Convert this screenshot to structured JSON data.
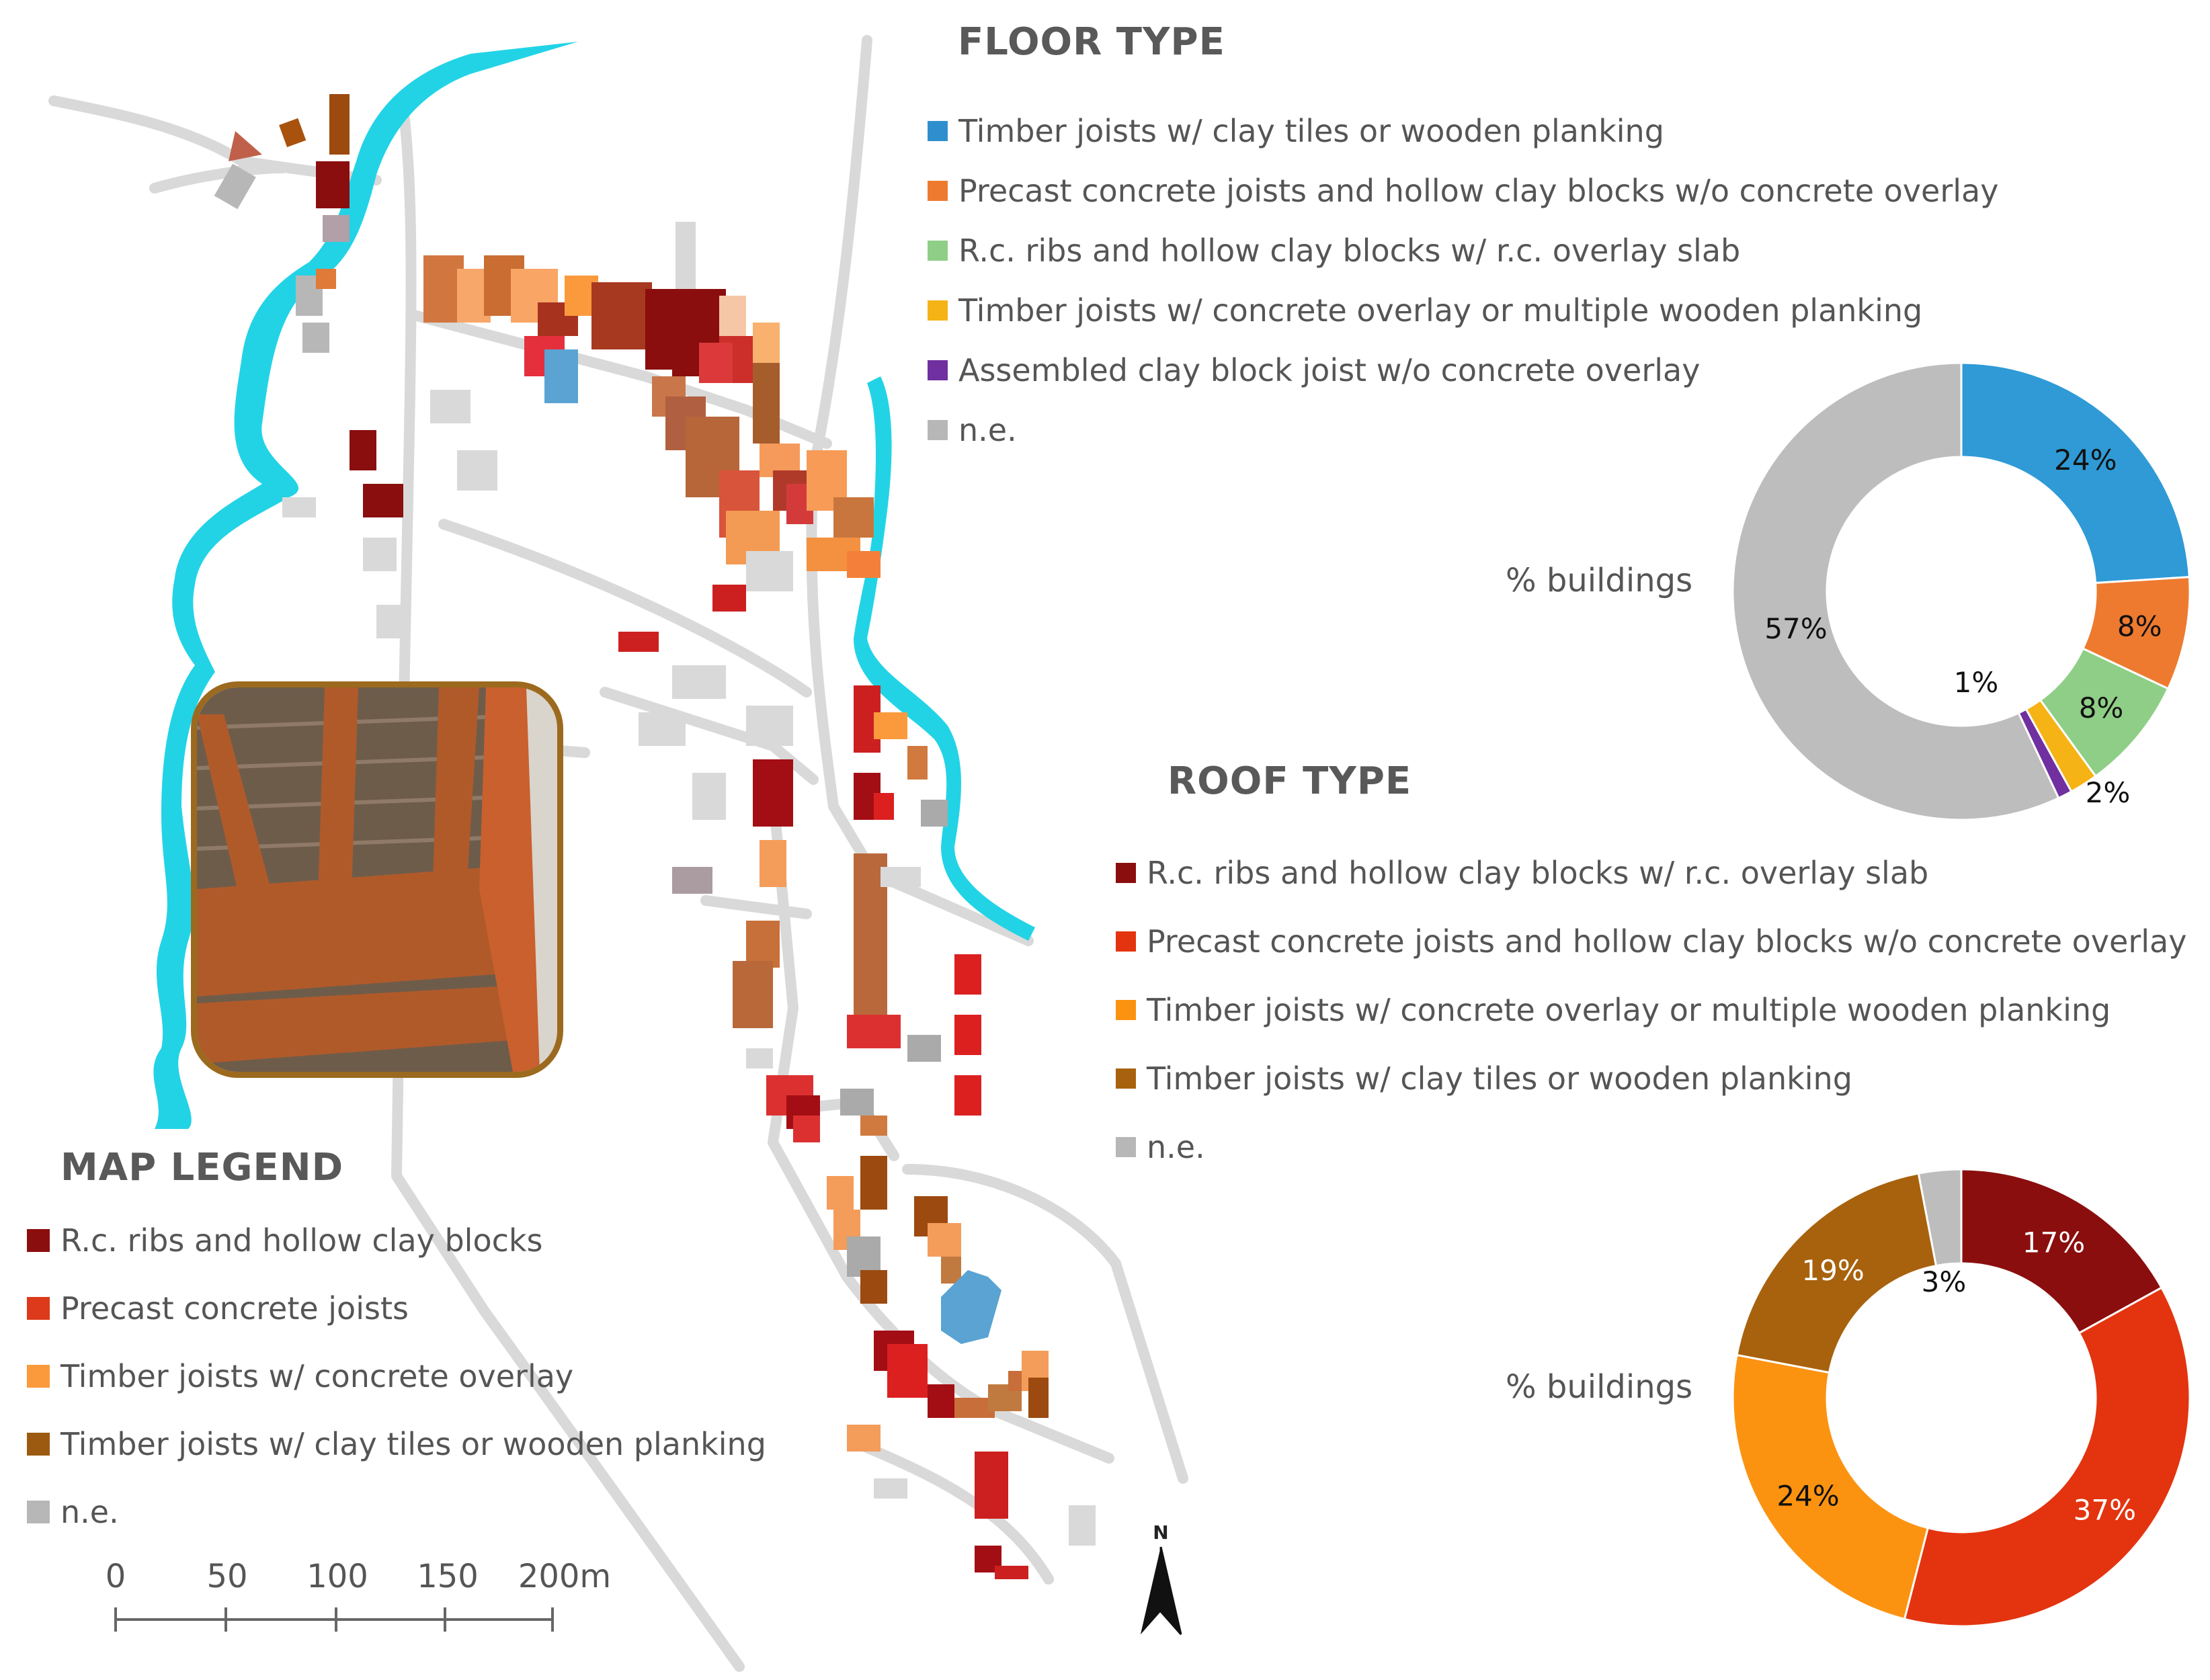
{
  "floor": {
    "title": "FLOOR TYPE",
    "legend": [
      {
        "label": "Timber joists w/ clay tiles or wooden planking",
        "color": "#2f8fce"
      },
      {
        "label": "Precast concrete joists and hollow clay blocks w/o concrete overlay",
        "color": "#ee7a30"
      },
      {
        "label": "R.c. ribs and hollow clay blocks w/ r.c. overlay slab",
        "color": "#8fce86"
      },
      {
        "label": "Timber joists w/ concrete overlay or multiple wooden planking",
        "color": "#f5b316"
      },
      {
        "label": "Assembled clay block joist w/o concrete overlay",
        "color": "#7030a0"
      },
      {
        "label": "n.e.",
        "color": "#b7b7b7"
      }
    ],
    "axis_label": "% buildings"
  },
  "roof": {
    "title": "ROOF TYPE",
    "legend": [
      {
        "label": "R.c. ribs and hollow clay blocks w/ r.c. overlay slab",
        "color": "#8b0e0e"
      },
      {
        "label": "Precast concrete joists and hollow clay blocks w/o concrete overlay",
        "color": "#e3340f"
      },
      {
        "label": "Timber joists w/ concrete overlay or multiple wooden planking",
        "color": "#fb9311"
      },
      {
        "label": "Timber joists w/ clay tiles or wooden planking",
        "color": "#a8620d"
      },
      {
        "label": "n.e.",
        "color": "#b7b7b7"
      }
    ],
    "axis_label": "% buildings"
  },
  "map_legend": {
    "title": "MAP LEGEND",
    "items": [
      {
        "label": "R.c. ribs and hollow clay blocks",
        "color": "#8b0e0e"
      },
      {
        "label": "Precast concrete joists",
        "color": "#dc3a1a"
      },
      {
        "label": "Timber joists w/ concrete overlay",
        "color": "#fb9a3c"
      },
      {
        "label": "Timber joists w/ clay tiles or wooden planking",
        "color": "#9c5a10"
      },
      {
        "label": "n.e.",
        "color": "#b7b7b7"
      }
    ]
  },
  "scale": {
    "ticks": [
      "0",
      "50",
      "100",
      "150",
      "200m"
    ]
  },
  "north_label": "N",
  "chart_data": [
    {
      "type": "pie",
      "categories": [
        "Timber joists w/ clay tiles or wooden planking",
        "Precast concrete joists and hollow clay blocks w/o concrete overlay",
        "R.c. ribs and hollow clay blocks w/ r.c. overlay slab",
        "Timber joists w/ concrete overlay or multiple wooden planking",
        "Assembled clay block joist w/o concrete overlay",
        "n.e."
      ],
      "values": [
        24,
        8,
        8,
        2,
        1,
        57
      ],
      "labels": [
        "24%",
        "8%",
        "8%",
        "2%",
        "1%",
        "57%"
      ],
      "colors": [
        "#2f9ad6",
        "#ee7a30",
        "#8fce86",
        "#f5b316",
        "#7030a0",
        "#bdbdbd"
      ],
      "title": "FLOOR TYPE",
      "ylabel": "% buildings"
    },
    {
      "type": "pie",
      "categories": [
        "R.c. ribs and hollow clay blocks w/ r.c. overlay slab",
        "Precast concrete joists and hollow clay blocks w/o concrete overlay",
        "Timber joists w/ concrete overlay or multiple wooden planking",
        "Timber joists w/ clay tiles or wooden planking",
        "n.e."
      ],
      "values": [
        17,
        37,
        24,
        19,
        3
      ],
      "labels": [
        "17%",
        "37%",
        "24%",
        "19%",
        "3%"
      ],
      "colors": [
        "#8b0e0e",
        "#e3340f",
        "#fb9311",
        "#a8620d",
        "#bdbdbd"
      ],
      "title": "ROOF TYPE",
      "ylabel": "% buildings"
    }
  ]
}
